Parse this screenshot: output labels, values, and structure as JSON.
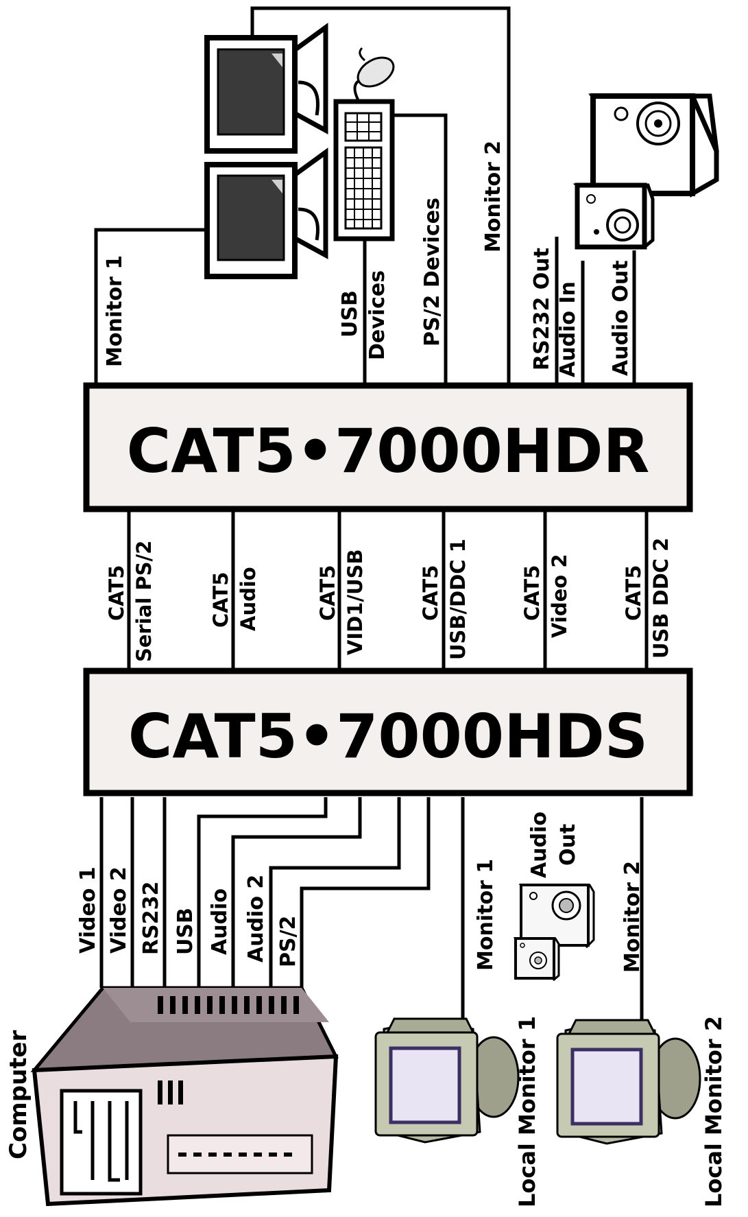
{
  "receiver": {
    "title": "CAT5•7000HDR",
    "top_labels": {
      "monitor1": "Monitor 1",
      "usb_line1": "USB",
      "usb_line2": "Devices",
      "ps2": "PS/2 Devices",
      "monitor2": "Monitor 2",
      "rs232_out": "RS232 Out",
      "audio_in": "Audio In",
      "audio_out": "Audio Out"
    }
  },
  "links": [
    {
      "line1": "CAT5",
      "line2": "Serial PS/2"
    },
    {
      "line1": "CAT5",
      "line2": "Audio"
    },
    {
      "line1": "CAT5",
      "line2": "VID1/USB"
    },
    {
      "line1": "CAT5",
      "line2": "USB/DDC 1"
    },
    {
      "line1": "CAT5",
      "line2": "Video 2"
    },
    {
      "line1": "CAT5",
      "line2": "USB DDC 2"
    }
  ],
  "sender": {
    "title": "CAT5•7000HDS",
    "bottom_labels": {
      "video1": "Video 1",
      "video2": "Video 2",
      "rs232": "RS232",
      "usb": "USB",
      "audio": "Audio",
      "audio2": "Audio 2",
      "ps2": "PS/2",
      "monitor1": "Monitor 1",
      "audio_out_line1": "Audio",
      "audio_out_line2": "Out",
      "monitor2": "Monitor 2"
    }
  },
  "devices": {
    "computer": "Computer",
    "local_monitor1": "Local Monitor 1",
    "local_monitor2": "Local Monitor 2"
  }
}
